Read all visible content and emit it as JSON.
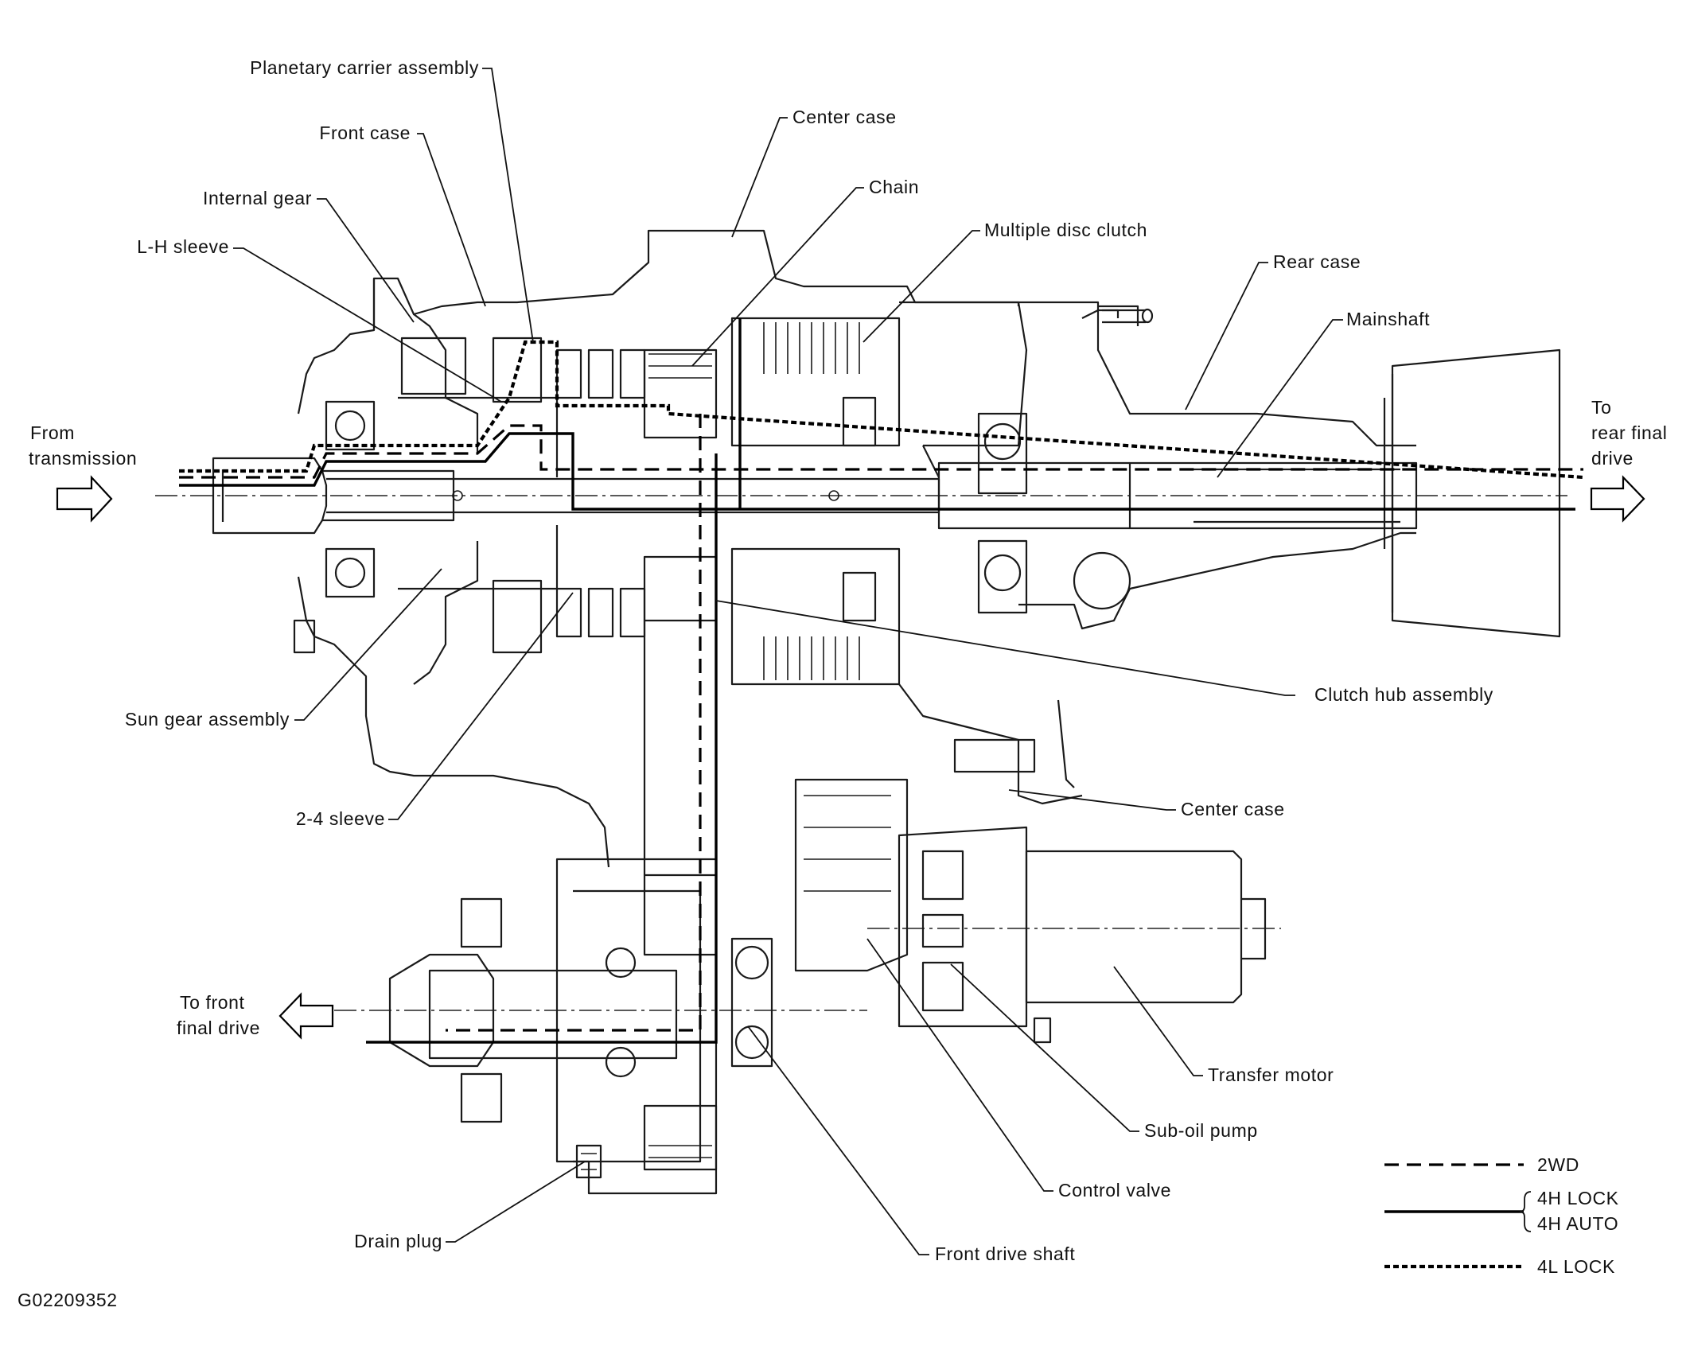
{
  "figure_id": "G02209352",
  "labels": {
    "planetary_carrier_assembly": "Planetary carrier assembly",
    "front_case": "Front case",
    "internal_gear": "Internal gear",
    "lh_sleeve": "L-H sleeve",
    "center_case_top": "Center case",
    "chain": "Chain",
    "multiple_disc_clutch": "Multiple disc clutch",
    "rear_case": "Rear case",
    "mainshaft": "Mainshaft",
    "sun_gear_assembly": "Sun gear assembly",
    "clutch_hub_assembly": "Clutch hub assembly",
    "two_four_sleeve": "2-4 sleeve",
    "center_case_bottom": "Center case",
    "transfer_motor": "Transfer motor",
    "sub_oil_pump": "Sub-oil pump",
    "control_valve": "Control valve",
    "front_drive_shaft": "Front drive shaft",
    "drain_plug": "Drain plug"
  },
  "flow": {
    "from_transmission_line1": "From",
    "from_transmission_line2": "transmission",
    "to_rear_line1": "To",
    "to_rear_line2": "rear final",
    "to_rear_line3": "drive",
    "to_front_line1": "To front",
    "to_front_line2": "final drive"
  },
  "legend": {
    "items": [
      {
        "style": "dashed",
        "labels": [
          "2WD"
        ]
      },
      {
        "style": "solid",
        "labels": [
          "4H LOCK",
          "4H AUTO"
        ]
      },
      {
        "style": "dotted",
        "labels": [
          "4L LOCK"
        ]
      }
    ]
  }
}
